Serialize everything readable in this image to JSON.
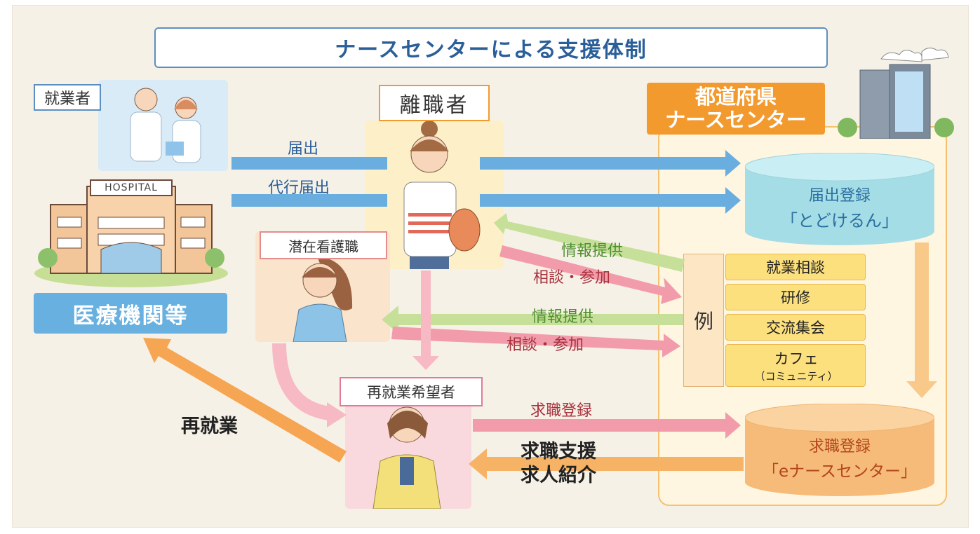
{
  "title": "ナースセンターによる支援体制",
  "labels": {
    "employed": "就業者",
    "hospital_sign": "HOSPITAL",
    "medical_institutions": "医療機関等",
    "resigned": "離職者",
    "latent_nurse": "潜在看護職",
    "reemployment_seeker": "再就業希望者",
    "prefecture_center": [
      "都道府県",
      "ナースセンター"
    ]
  },
  "database_1": {
    "line1": "届出登録",
    "line2": "「とどけるん」"
  },
  "database_2": {
    "line1": "求職登録",
    "line2": "「eナースセンター」"
  },
  "examples": {
    "label": "例",
    "items": [
      "就業相談",
      "研修",
      "交流集会",
      "カフェ"
    ],
    "cafe_sub": "（コミュニティ）"
  },
  "arrows": {
    "notification": "届出",
    "proxy_notification": "代行届出",
    "info_1": "情報提供",
    "consult_1": "相談・参加",
    "info_2": "情報提供",
    "consult_2": "相談・参加",
    "job_registration": "求職登録",
    "job_support": [
      "求職支援",
      "求人紹介"
    ],
    "reemployment": "再就業"
  },
  "colors": {
    "blue_arrow": "#6aaee0",
    "green_arrow": "#c6e09a",
    "pink_arrow": "#f29cab",
    "orange_arrow": "#f6b366",
    "light_orange": "#f9c98a",
    "teal_db": "#a5dde6",
    "orange_db": "#f6bb78",
    "title_blue": "#2a5f9a"
  }
}
